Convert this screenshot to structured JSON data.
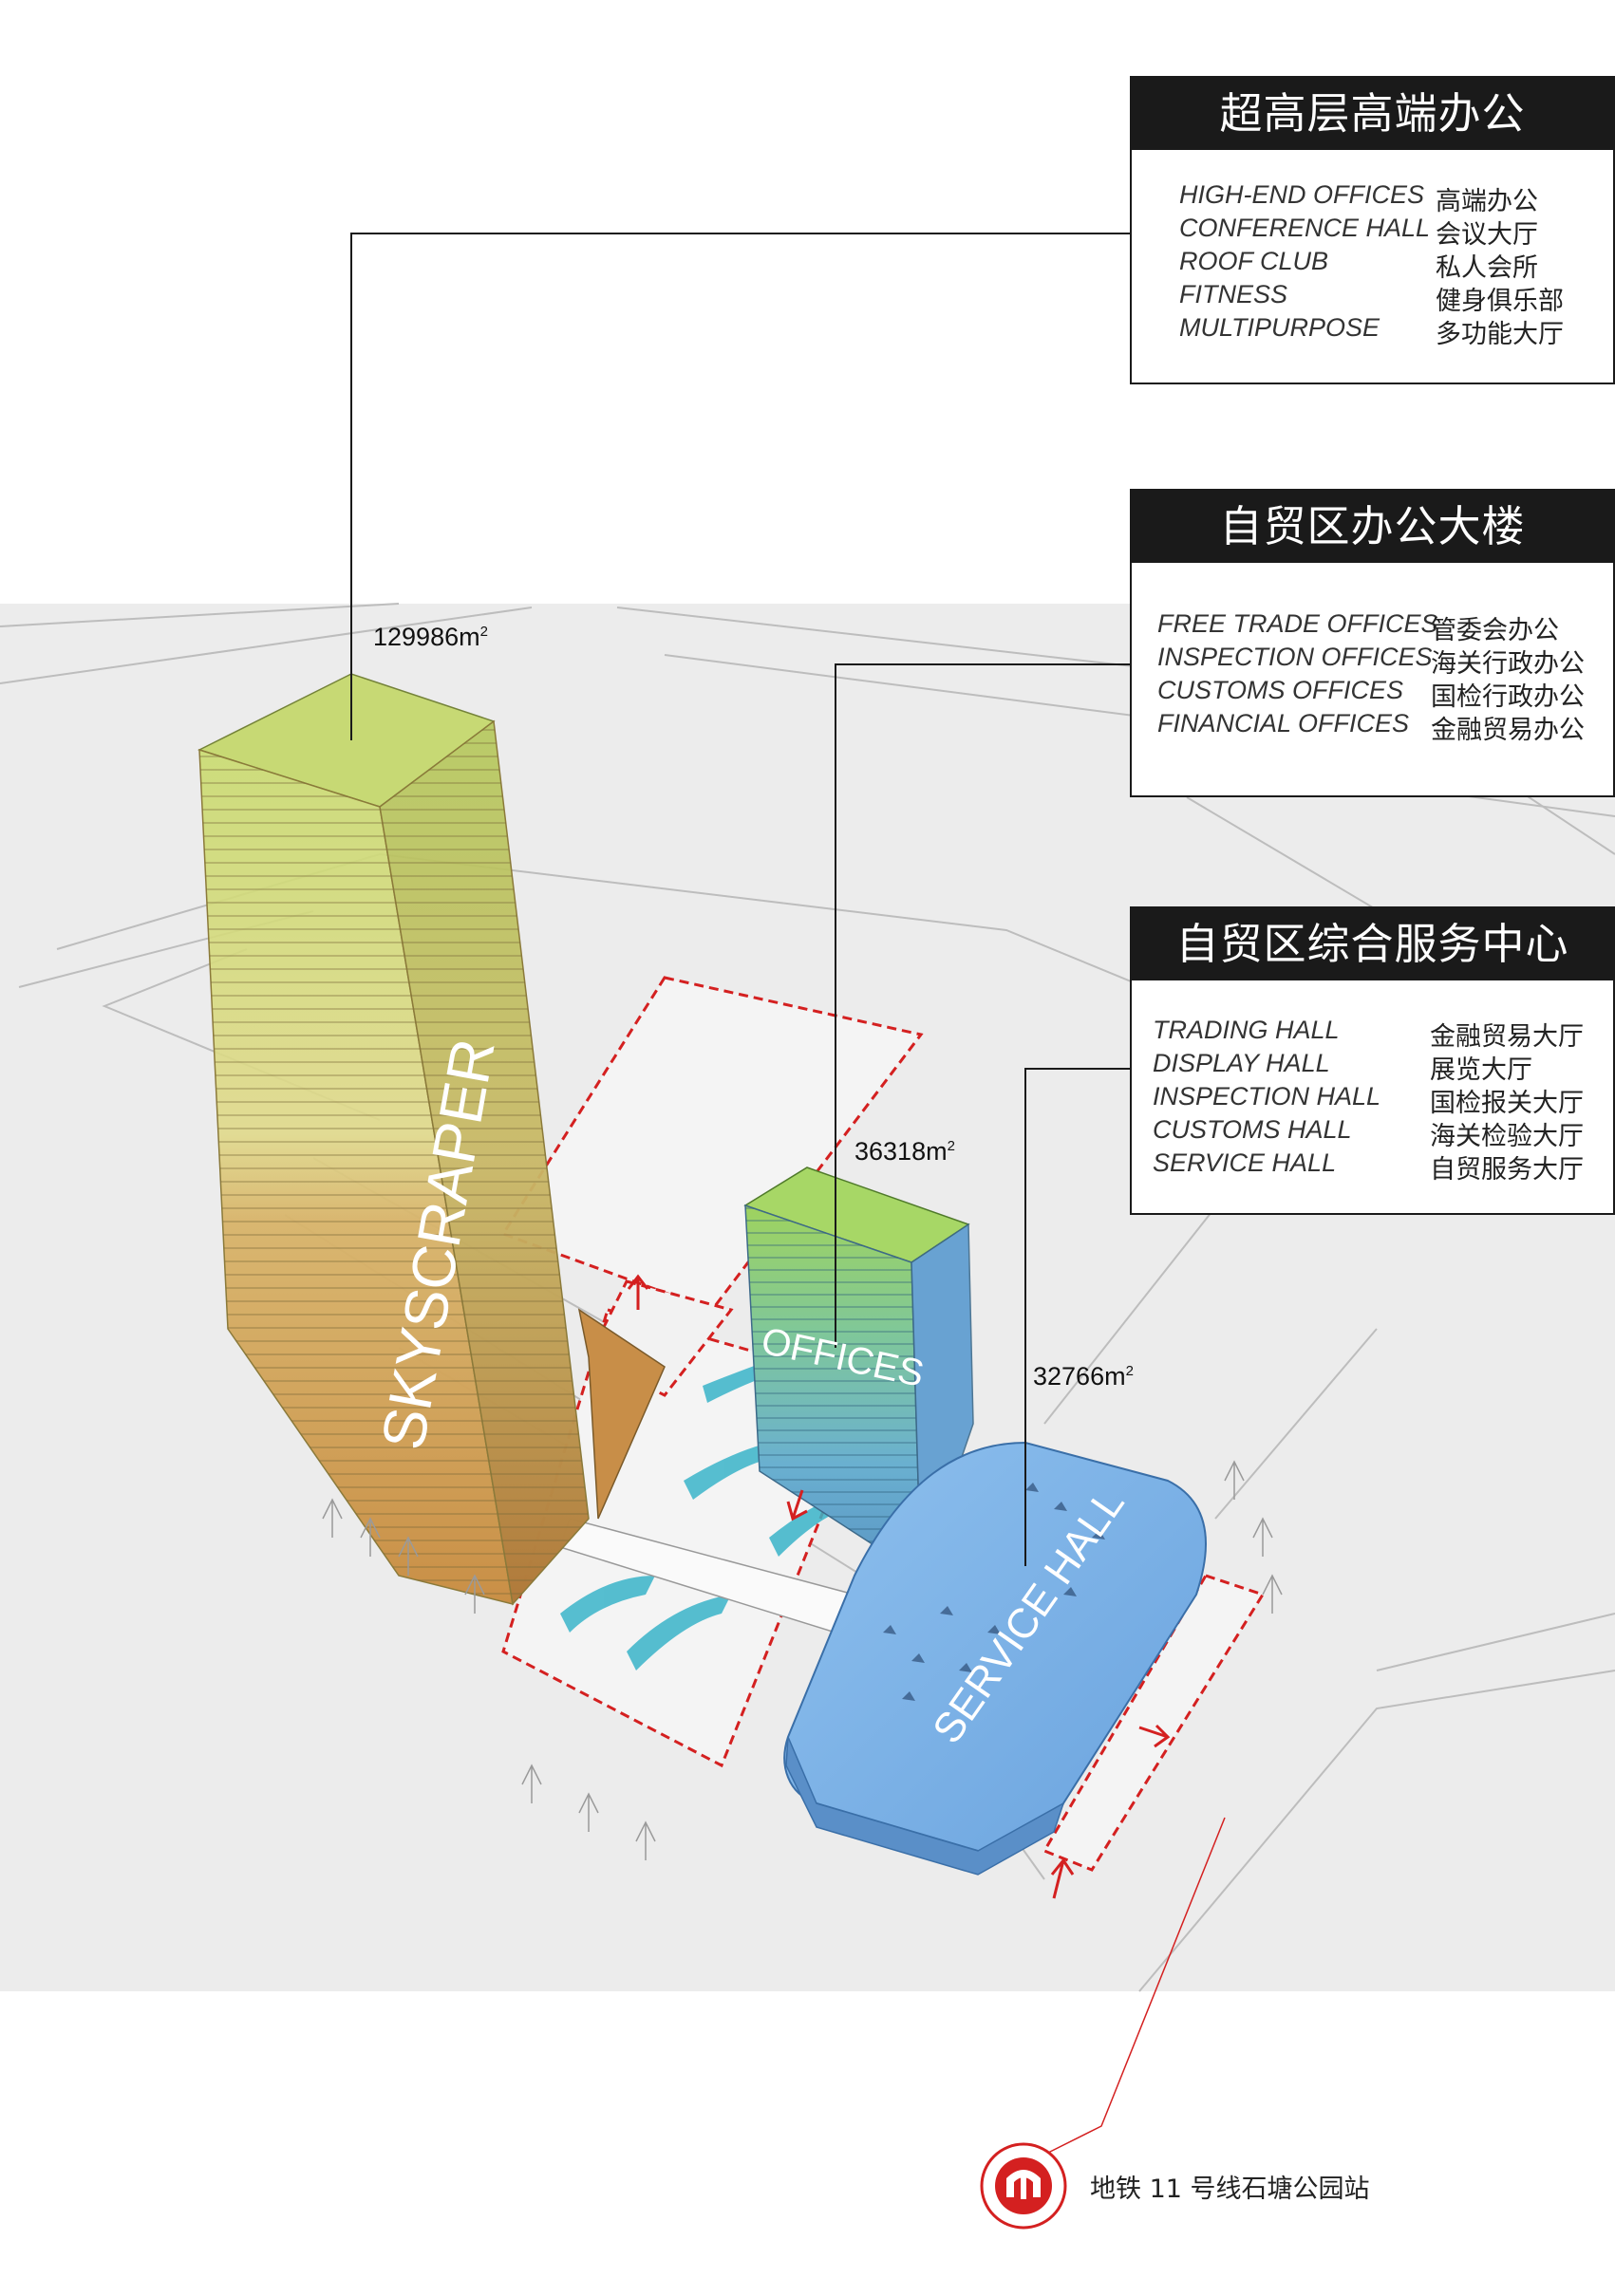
{
  "legends": [
    {
      "title": "超高层高端办公",
      "rows": [
        {
          "en": "HIGH-END OFFICES",
          "zh": "高端办公"
        },
        {
          "en": "CONFERENCE HALL",
          "zh": "会议大厅"
        },
        {
          "en": "ROOF CLUB",
          "zh": "私人会所"
        },
        {
          "en": "FITNESS",
          "zh": "健身俱乐部"
        },
        {
          "en": "MULTIPURPOSE",
          "zh": "多功能大厅"
        }
      ]
    },
    {
      "title": "自贸区办公大楼",
      "rows": [
        {
          "en": "FREE TRADE OFFICES",
          "zh": "管委会办公"
        },
        {
          "en": "INSPECTION OFFICES",
          "zh": "海关行政办公"
        },
        {
          "en": "CUSTOMS OFFICES",
          "zh": "国检行政办公"
        },
        {
          "en": "FINANCIAL OFFICES",
          "zh": "金融贸易办公"
        }
      ]
    },
    {
      "title": "自贸区综合服务中心",
      "rows": [
        {
          "en": "TRADING HALL",
          "zh": "金融贸易大厅"
        },
        {
          "en": "DISPLAY HALL",
          "zh": "展览大厅"
        },
        {
          "en": "INSPECTION HALL",
          "zh": "国检报关大厅"
        },
        {
          "en": "CUSTOMS HALL",
          "zh": "海关检验大厅"
        },
        {
          "en": "SERVICE HALL",
          "zh": "自贸服务大厅"
        }
      ]
    }
  ],
  "areas": {
    "skyscraper": {
      "value": "129986m",
      "unit_sup": "2"
    },
    "offices": {
      "value": "36318m",
      "unit_sup": "2"
    },
    "service": {
      "value": "32766m",
      "unit_sup": "2"
    }
  },
  "buildings": {
    "skyscraper": "SKYSCRAPER",
    "offices": "OFFICES",
    "service_hall": "SERVICE HALL"
  },
  "metro": {
    "label": "地铁 11 号线石塘公园站",
    "icon": "metro-logo-icon"
  },
  "colors": {
    "tower_top": "#c8d86a",
    "tower_bottom": "#d9a45a",
    "offices_top": "#9ccf5a",
    "offices_bottom": "#6fa8d8",
    "service_hall": "#79aee6",
    "red_dash": "#d42020",
    "legend_header": "#1a1a1a"
  }
}
